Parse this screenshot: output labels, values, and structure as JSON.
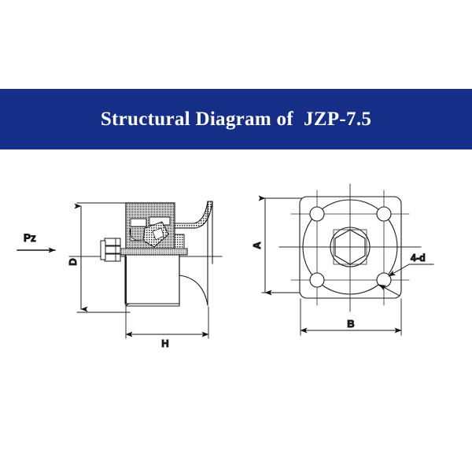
{
  "banner": {
    "title": "Structural Diagram of  JZP-7.5",
    "background_color": "#152f88",
    "text_color": "#ffffff"
  },
  "diagram": {
    "type": "engineering-drawing",
    "description": "Structural / sectional drawing of JZP-7.5 load cell: left side shows a cross-section elevation view with stippled section hatching, right side shows the square mounting flange face view with four corner bolt holes and a central hexagonal socket.",
    "line_color": "#1a1a1a",
    "views": {
      "section_view": {
        "name": "cross-section-elevation",
        "labels": {
          "load_arrow": "Pz",
          "height_dimension": "D",
          "width_dimension": "H"
        }
      },
      "face_view": {
        "name": "flange-face-view",
        "labels": {
          "height_dimension": "A",
          "width_dimension": "B",
          "hole_callout": "4-d"
        },
        "hole_count": 4,
        "center_feature": "hexagon-socket"
      }
    },
    "dimension_labels": [
      {
        "id": "pz",
        "text": "Pz",
        "kind": "load-direction"
      },
      {
        "id": "d",
        "text": "D",
        "kind": "vertical-dimension"
      },
      {
        "id": "h",
        "text": "H",
        "kind": "horizontal-dimension"
      },
      {
        "id": "a",
        "text": "A",
        "kind": "vertical-dimension"
      },
      {
        "id": "b",
        "text": "B",
        "kind": "horizontal-dimension"
      },
      {
        "id": "4d",
        "text": "4-d",
        "kind": "hole-callout"
      }
    ]
  }
}
